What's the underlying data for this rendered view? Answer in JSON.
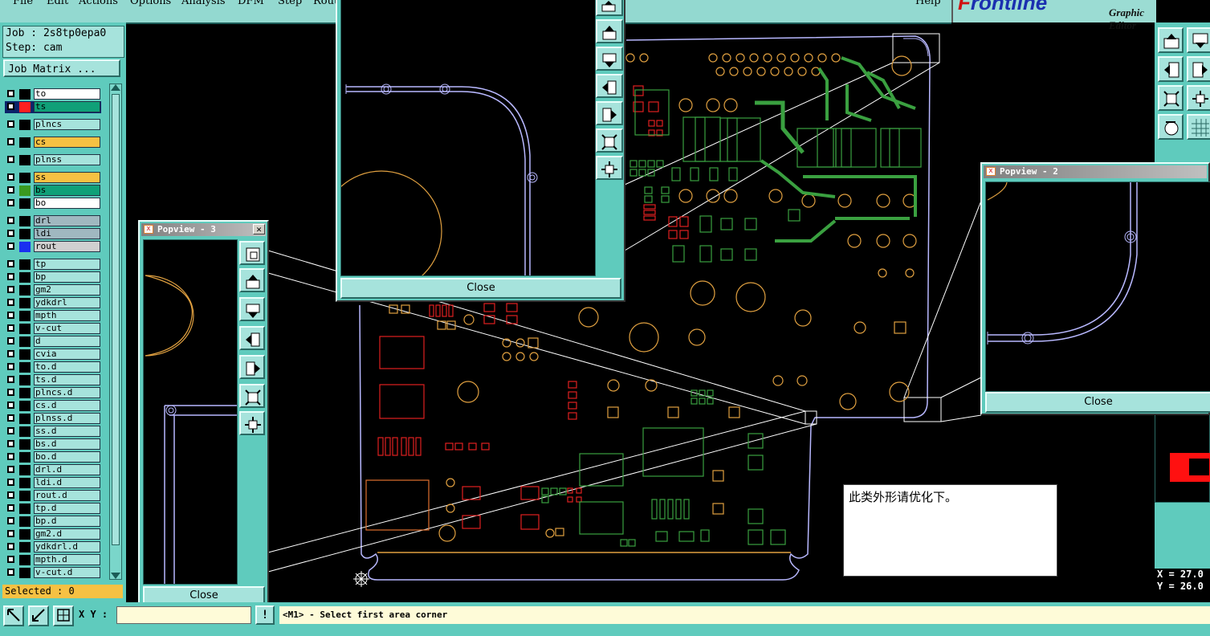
{
  "menubar": {
    "items": [
      "File",
      "Edit",
      "Actions",
      "Options",
      "Analysis",
      "DFM",
      "Step",
      "Rout",
      "Help"
    ]
  },
  "logo": {
    "brand_red": "F",
    "brand_rest": "rontline",
    "subtitle": "Graphic Editor"
  },
  "job": {
    "job_line": "Job : 2s8tp0epa0",
    "step_line": "Step: cam",
    "matrix_button": "Job Matrix ..."
  },
  "layers": [
    {
      "name": "to",
      "color": "#ffffff",
      "swatch": "#000000"
    },
    {
      "name": "ts",
      "color": "#10a078",
      "swatch": "#ff2020",
      "active": true
    },
    {
      "name": "plncs",
      "color": "#a6e3dc",
      "swatch": "#000000"
    },
    {
      "name": "cs",
      "color": "#f6c143",
      "swatch": "#000000"
    },
    {
      "name": "plnss",
      "color": "#a6e3dc",
      "swatch": "#000000"
    },
    {
      "name": "ss",
      "color": "#f6c143",
      "swatch": "#000000"
    },
    {
      "name": "bs",
      "color": "#10a078",
      "swatch": "#3a9a20"
    },
    {
      "name": "bo",
      "color": "#ffffff",
      "swatch": "#000000"
    },
    {
      "name": "drl",
      "color": "#a0b8c0",
      "swatch": "#000000"
    },
    {
      "name": "ldi",
      "color": "#a0b8c0",
      "swatch": "#000000"
    },
    {
      "name": "rout",
      "color": "#d0d0d0",
      "swatch": "#1a30f0"
    },
    {
      "name": "tp",
      "color": "#a6e3dc",
      "swatch": "#000000"
    },
    {
      "name": "bp",
      "color": "#a6e3dc",
      "swatch": "#000000"
    },
    {
      "name": "gm2",
      "color": "#a6e3dc",
      "swatch": "#000000"
    },
    {
      "name": "ydkdrl",
      "color": "#a6e3dc",
      "swatch": "#000000"
    },
    {
      "name": "mpth",
      "color": "#a6e3dc",
      "swatch": "#000000"
    },
    {
      "name": "v-cut",
      "color": "#a6e3dc",
      "swatch": "#000000"
    },
    {
      "name": "d",
      "color": "#a6e3dc",
      "swatch": "#000000"
    },
    {
      "name": "cvia",
      "color": "#a6e3dc",
      "swatch": "#000000"
    },
    {
      "name": "to.d",
      "color": "#a6e3dc",
      "swatch": "#000000"
    },
    {
      "name": "ts.d",
      "color": "#a6e3dc",
      "swatch": "#000000"
    },
    {
      "name": "plncs.d",
      "color": "#a6e3dc",
      "swatch": "#000000"
    },
    {
      "name": "cs.d",
      "color": "#a6e3dc",
      "swatch": "#000000"
    },
    {
      "name": "plnss.d",
      "color": "#a6e3dc",
      "swatch": "#000000"
    },
    {
      "name": "ss.d",
      "color": "#a6e3dc",
      "swatch": "#000000"
    },
    {
      "name": "bs.d",
      "color": "#a6e3dc",
      "swatch": "#000000"
    },
    {
      "name": "bo.d",
      "color": "#a6e3dc",
      "swatch": "#000000"
    },
    {
      "name": "drl.d",
      "color": "#a6e3dc",
      "swatch": "#000000"
    },
    {
      "name": "ldi.d",
      "color": "#a6e3dc",
      "swatch": "#000000"
    },
    {
      "name": "rout.d",
      "color": "#a6e3dc",
      "swatch": "#000000"
    },
    {
      "name": "tp.d",
      "color": "#a6e3dc",
      "swatch": "#000000"
    },
    {
      "name": "bp.d",
      "color": "#a6e3dc",
      "swatch": "#000000"
    },
    {
      "name": "gm2.d",
      "color": "#a6e3dc",
      "swatch": "#000000"
    },
    {
      "name": "ydkdrl.d",
      "color": "#a6e3dc",
      "swatch": "#000000"
    },
    {
      "name": "mpth.d",
      "color": "#a6e3dc",
      "swatch": "#000000"
    },
    {
      "name": "v-cut.d",
      "color": "#a6e3dc",
      "swatch": "#000000"
    }
  ],
  "selected_label": "Selected : 0",
  "popview3": {
    "title": "Popview - 3",
    "close": "Close"
  },
  "popview1": {
    "close": "Close"
  },
  "popview2": {
    "title": "Popview - 2",
    "close": "Close"
  },
  "note_text": "此类外形请优化下。",
  "coords": {
    "x": "X = 27.0",
    "y": "Y = 26.0"
  },
  "statusbar": {
    "xy_label": "X Y :",
    "message": "<M1> - Select first area corner",
    "bang": "!"
  },
  "colors": {
    "panel": "#5fcbbd",
    "button": "#a6e3dc",
    "outline": "#b8b8ff",
    "orange": "#e0a040",
    "green": "#3aa040",
    "red": "#e02020"
  }
}
